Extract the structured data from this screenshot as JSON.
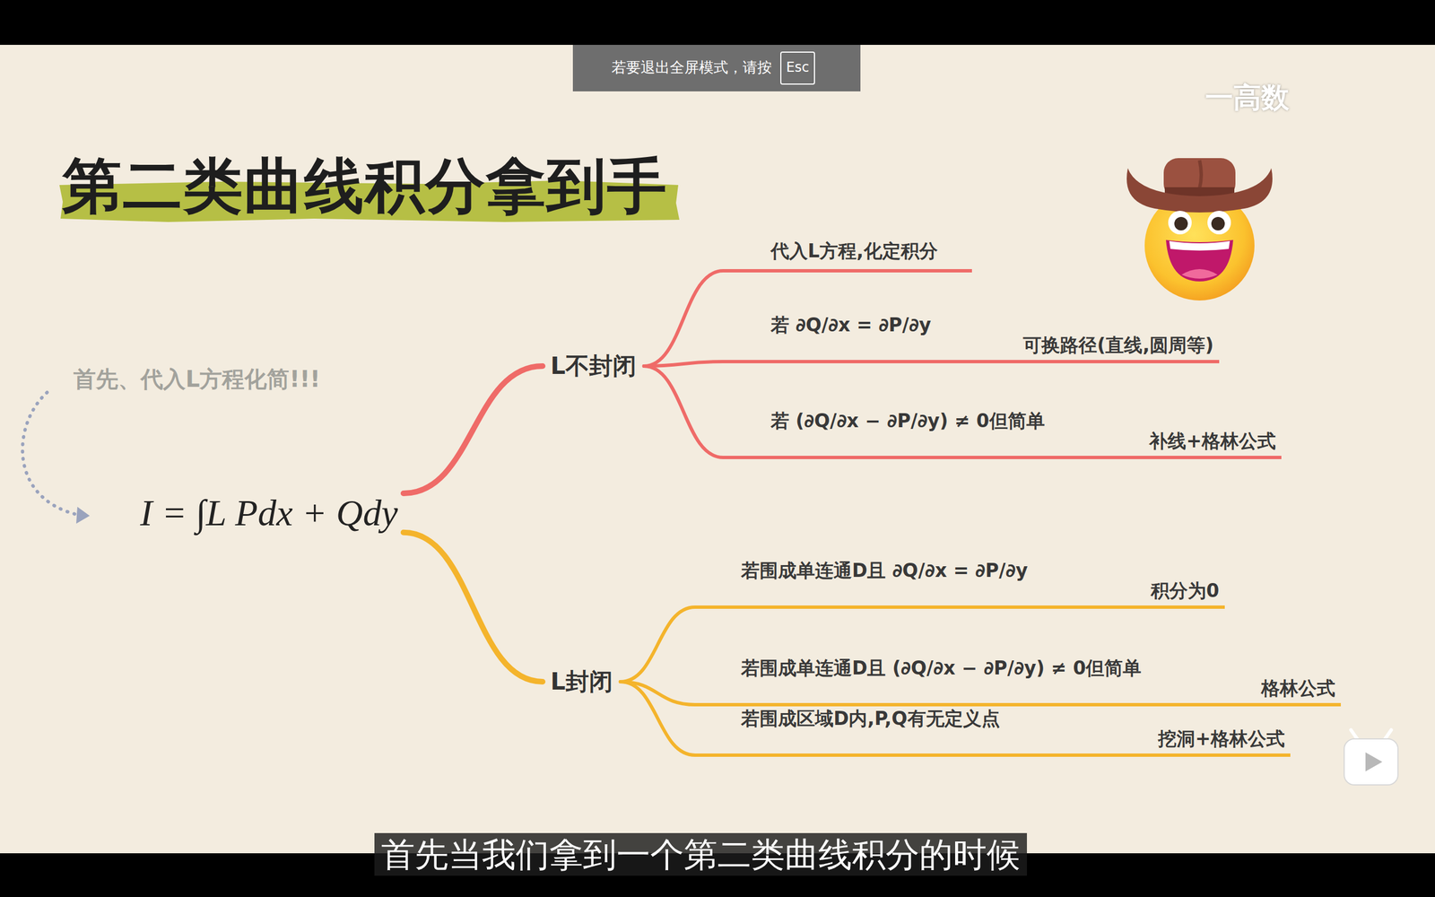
{
  "diagram": {
    "title": "第二类曲线积分拿到手",
    "nodes": [
      {
        "text": [
          "I = ∫L Pdx + Qdy"
        ]
      },
      {
        "text": [
          "L不封闭"
        ]
      },
      {
        "text": [
          "L封闭"
        ]
      },
      {
        "text": [
          "代入L方程,化定积分"
        ]
      },
      {
        "text": [
          "若 ∂Q/∂x = ∂P/∂y",
          "可换路径(直线,圆周等)"
        ]
      },
      {
        "text": [
          "若 (∂Q/∂x − ∂P/∂y) ≠ 0但简单",
          "补线+格林公式"
        ]
      },
      {
        "text": [
          "若围成单连通D且 ∂Q/∂x = ∂P/∂y",
          "积分为0"
        ]
      },
      {
        "text": [
          "若围成单连通D且 (∂Q/∂x − ∂P/∂y) ≠ 0但简单",
          "格林公式"
        ]
      },
      {
        "text": [
          "若围成区域D内,P,Q有无定义点",
          "挖洞+格林公式"
        ]
      }
    ],
    "edges": [
      {
        "from": 0,
        "to": 1,
        "arrow": "none"
      },
      {
        "from": 0,
        "to": 2,
        "arrow": "none"
      },
      {
        "from": 1,
        "to": 3,
        "arrow": "none"
      },
      {
        "from": 1,
        "to": 4,
        "arrow": "none"
      },
      {
        "from": 1,
        "to": 5,
        "arrow": "none"
      },
      {
        "from": 2,
        "to": 6,
        "arrow": "none"
      },
      {
        "from": 2,
        "to": 7,
        "arrow": "none"
      },
      {
        "from": 2,
        "to": 8,
        "arrow": "none"
      }
    ],
    "labels": [
      "若要退出全屏模式，请按",
      "Esc",
      "一高数",
      "首先、代入L方程化简!!!",
      "首先当我们拿到一个第二类曲线积分的时候"
    ]
  }
}
